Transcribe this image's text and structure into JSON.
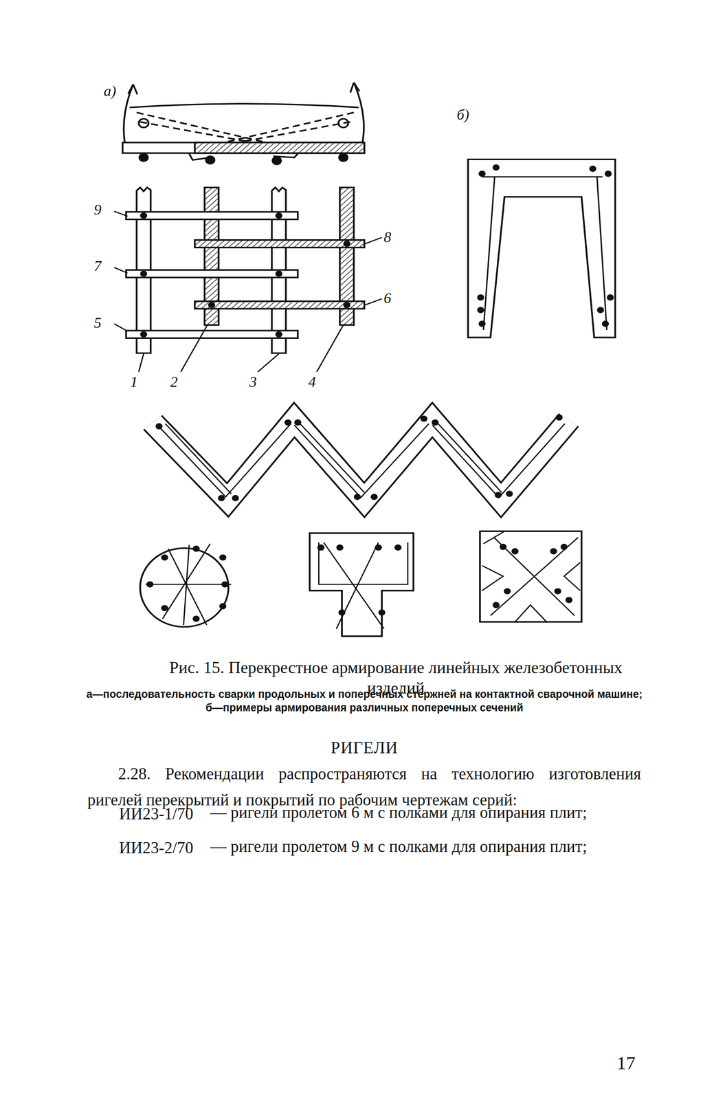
{
  "diagram": {
    "caption": "Рис. 15. Перекрестное армирование линейных железобетонных изделий",
    "labels": [
      "а)",
      "9",
      "7",
      "5",
      "1",
      "2",
      "3",
      "4",
      "8",
      "6",
      "б)",
      "а—последовательность сварки продольных и поперечных стержней на контактной сварочной машине; б—примеры армирования различных поперечных сечений",
      "РИГЕЛИ",
      "2.28. Рекомендации распространяются на технологию изготовления ригелей перекрытий и покрытий по рабочим чертежам серий:",
      "ИИ23-1/70",
      "— ригели пролетом 6 м с полками для опирания плит;",
      "ИИ23-2/70",
      "— ригели пролетом 9 м с полками для опирания плит;",
      "17"
    ]
  }
}
